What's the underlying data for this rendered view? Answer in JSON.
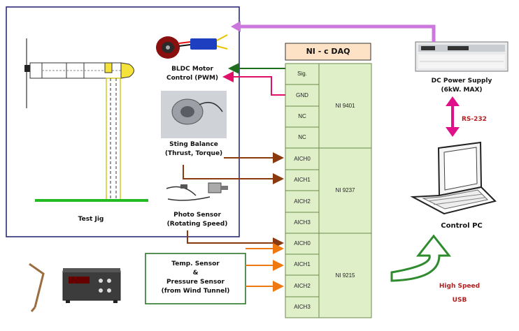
{
  "test_jig": {
    "label": "Test Jig"
  },
  "bldc": {
    "line1": "BLDC Motor",
    "line2": "Control (PWM)"
  },
  "sting": {
    "line1": "Sting Balance",
    "line2": "(Thrust, Torque)"
  },
  "photo": {
    "line1": "Photo Sensor",
    "line2": "(Rotating Speed)"
  },
  "temp_box": {
    "line1": "Temp. Sensor",
    "line2": "&",
    "line3": "Pressure Sensor",
    "line4": "(from Wind Tunnel)"
  },
  "daq": {
    "title": "NI - c DAQ",
    "modules": [
      {
        "name": "NI 9401",
        "channels": [
          "Sig.",
          "GND",
          "NC",
          "NC"
        ]
      },
      {
        "name": "NI 9237",
        "channels": [
          "AICH0",
          "AICH1",
          "AICH2",
          "AICH3"
        ]
      },
      {
        "name": "NI 9215",
        "channels": [
          "AICH0",
          "AICH1",
          "AICH2",
          "AICH3"
        ]
      }
    ]
  },
  "power_supply": {
    "line1": "DC Power Supply",
    "line2": "(6kW. MAX)"
  },
  "rs232": {
    "label": "RS-232"
  },
  "control_pc": {
    "label": "Control PC"
  },
  "usb": {
    "line1": "High Speed",
    "line2": "USB"
  },
  "colors": {
    "jig_border": "#2b2b7a",
    "daq_fill": "#dff0c8",
    "daq_title": "#fde2c6",
    "green_arrow": "#1e6e1e",
    "pink_arrow": "#e0106a",
    "brown_arrow": "#8b3a10",
    "orange_arrow": "#f07810",
    "violet_arrow": "#cc77dd",
    "usb_arrow": "#2e8b2e",
    "red_text": "#b02020"
  }
}
